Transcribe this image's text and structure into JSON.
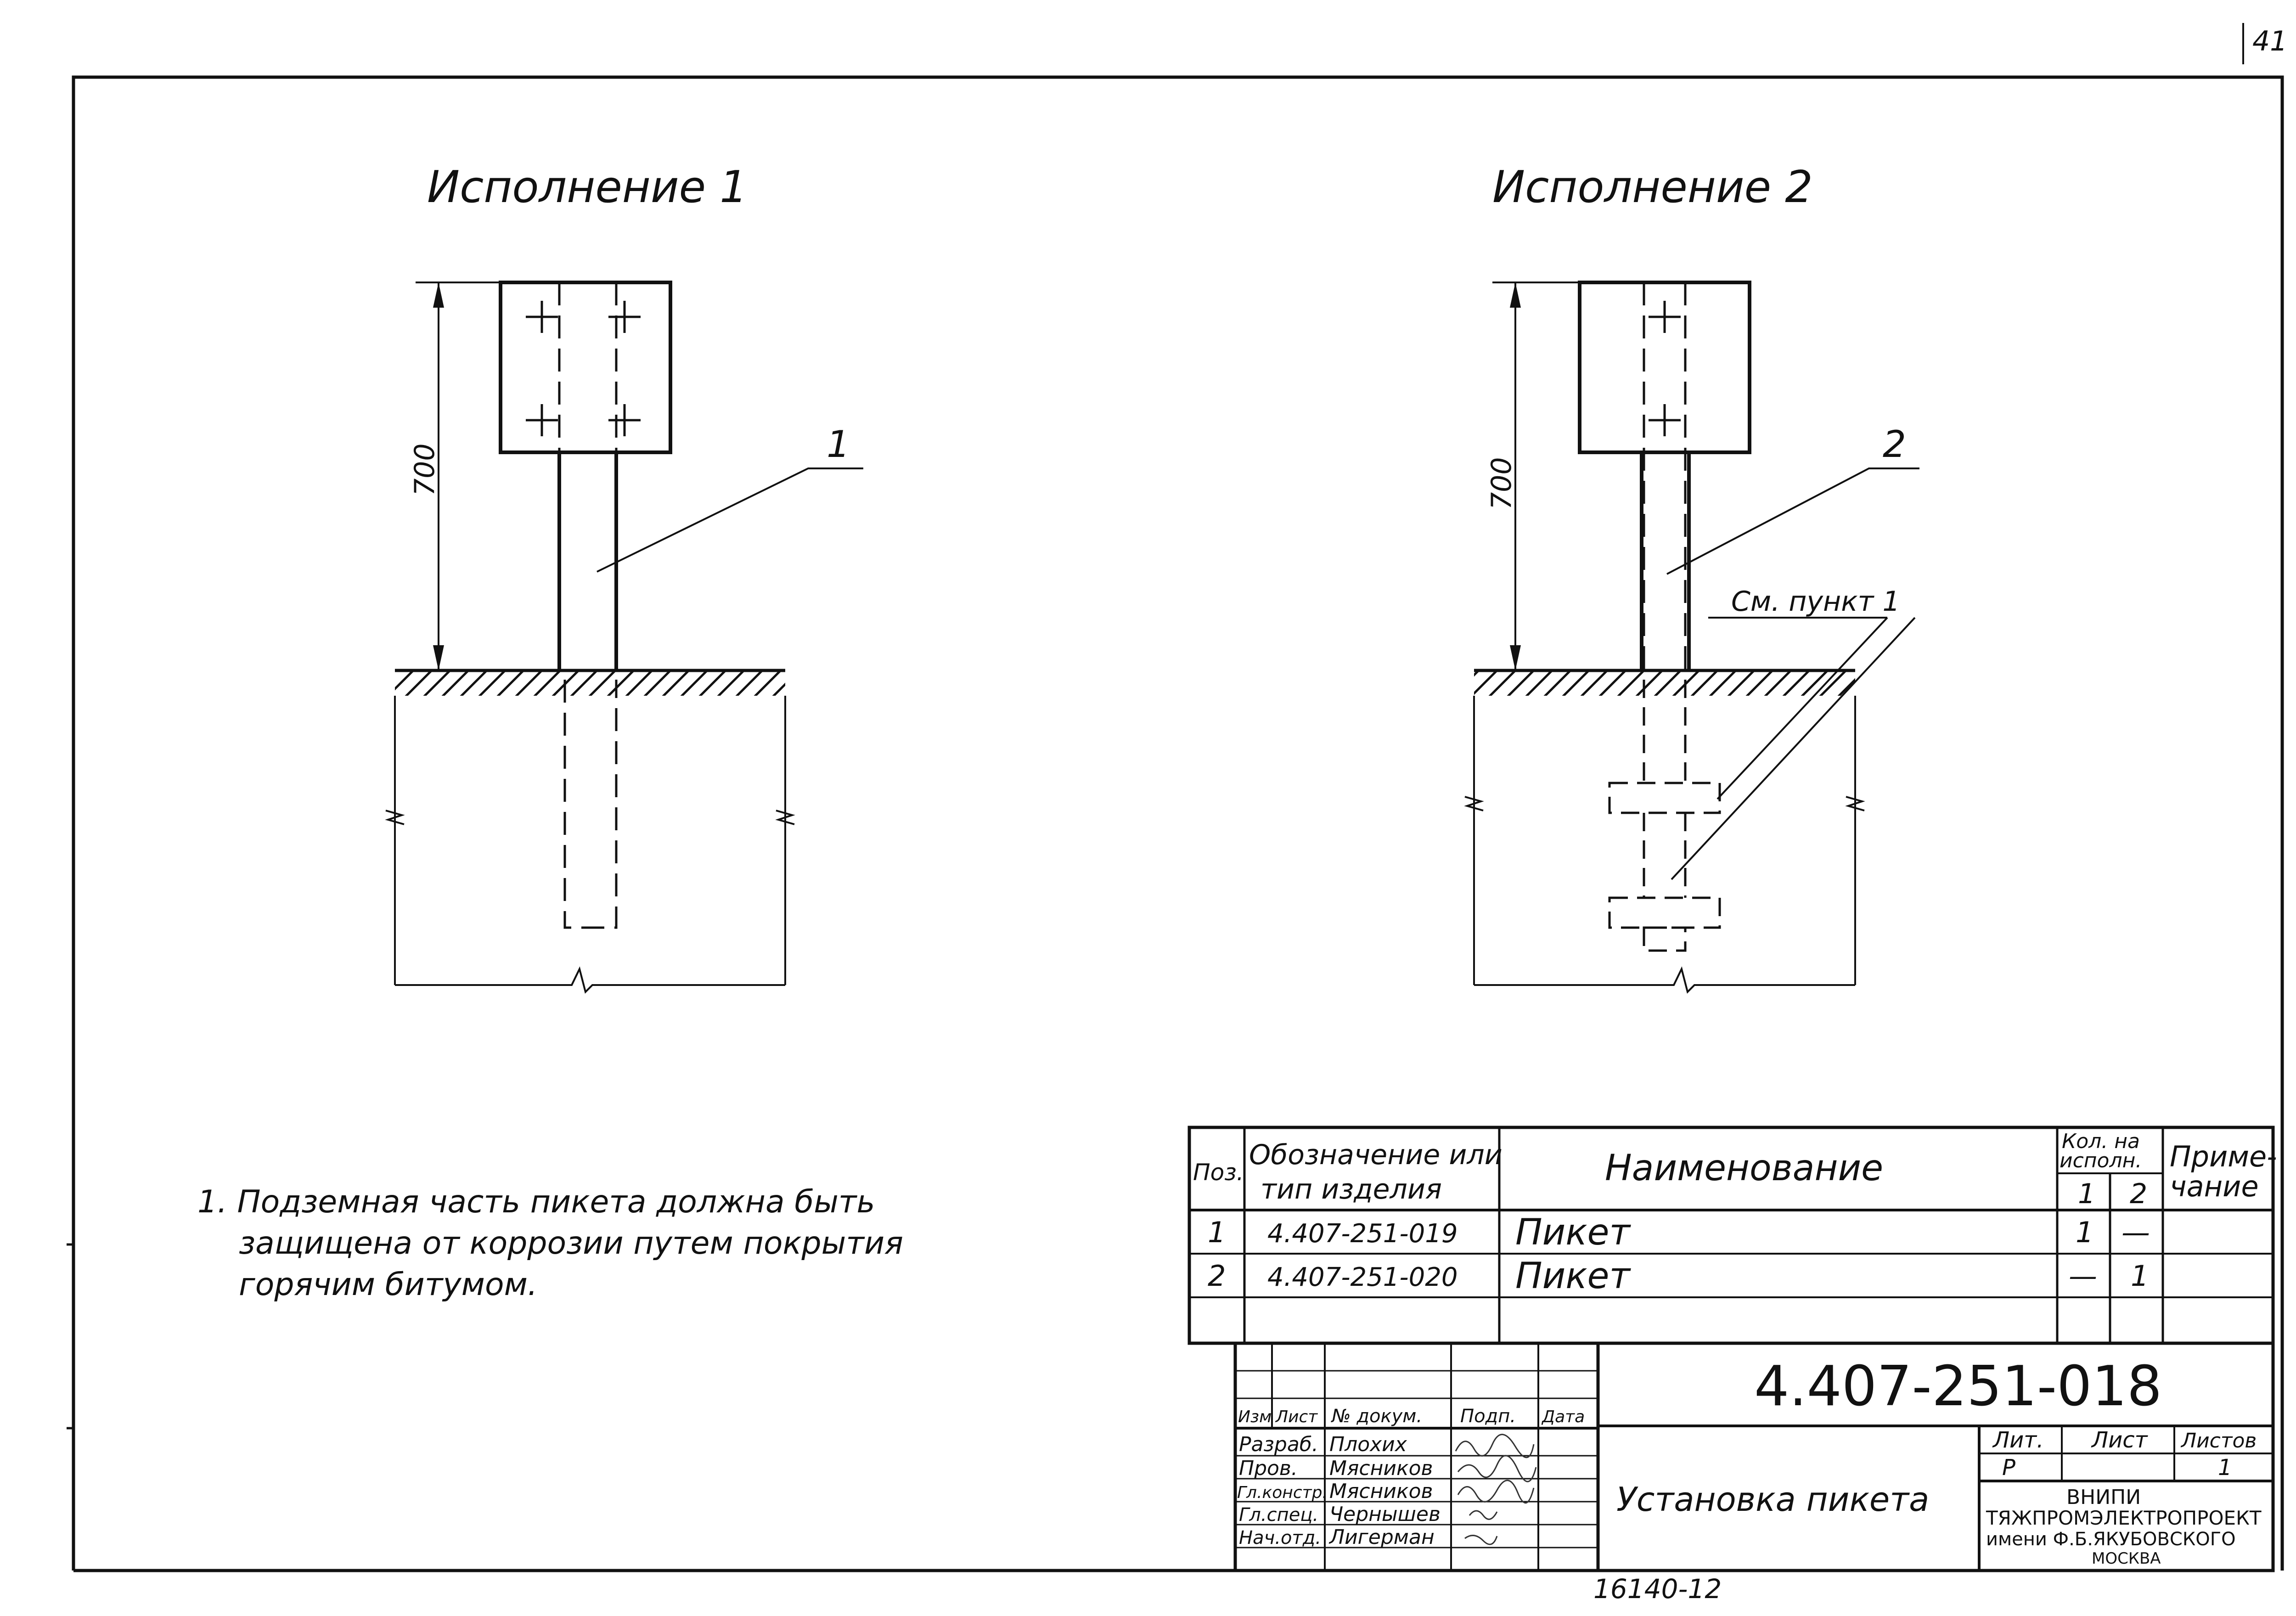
{
  "page_number": "41",
  "bottom_number": "16140-12",
  "variants": [
    {
      "title": "Исполнение 1",
      "dimension": "700",
      "callout": "1"
    },
    {
      "title": "Исполнение 2",
      "dimension": "700",
      "callout": "2",
      "note_label": "См. пункт 1"
    }
  ],
  "note": {
    "lines": [
      "1. Подземная часть пикета должна быть",
      "защищена от коррозии путем покрытия",
      "горячим битумом."
    ]
  },
  "spec_table": {
    "headers": {
      "pos": "Поз.",
      "designation_1": "Обозначение или",
      "designation_2": "тип изделия",
      "name": "Наименование",
      "qty_1": "Кол. на",
      "qty_2": "исполн.",
      "qty_v1": "1",
      "qty_v2": "2",
      "remark_1": "Приме-",
      "remark_2": "чание"
    },
    "rows": [
      {
        "pos": "1",
        "designation": "4.407-251-019",
        "name": "Пикет",
        "q1": "1",
        "q2": "—"
      },
      {
        "pos": "2",
        "designation": "4.407-251-020",
        "name": "Пикет",
        "q1": "—",
        "q2": "1"
      }
    ]
  },
  "title_block": {
    "doc_code": "4.407-251-018",
    "drawing_title": "Установка пикета",
    "headers": {
      "izm": "Изм",
      "list": "Лист",
      "doc": "№ докум.",
      "sign": "Подп.",
      "date": "Дата"
    },
    "people": [
      {
        "role": "Разраб.",
        "name": "Плохих"
      },
      {
        "role": "Пров.",
        "name": "Мясников"
      },
      {
        "role": "Гл.констр.",
        "name": "Мясников"
      },
      {
        "role": "Гл.спец.",
        "name": "Чернышев"
      },
      {
        "role": "Нач.отд.",
        "name": "Лигерман"
      }
    ],
    "lit_label": "Лит.",
    "sheet_label": "Лист",
    "sheets_label": "Листов",
    "lit_value": "Р",
    "sheets_value": "1",
    "org": [
      "ВНИПИ",
      "ТЯЖПРОМЭЛЕКТРОПРОЕКТ",
      "имени Ф.Б.ЯКУБОВСКОГО",
      "МОСКВА"
    ]
  }
}
